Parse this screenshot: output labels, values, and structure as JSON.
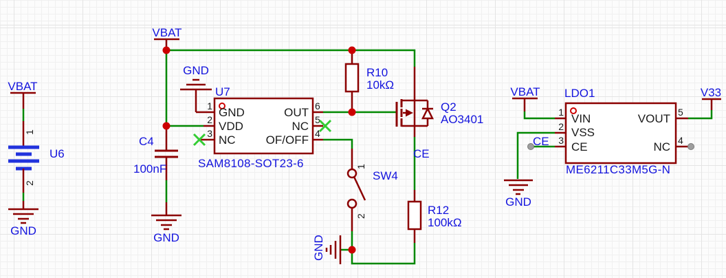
{
  "colors": {
    "wire_green": "#008800",
    "component_dark_red": "#8B0000",
    "junction_red": "#CC0000",
    "label_blue": "#1414DD",
    "battery_blue": "#2233DD",
    "no_connect_green": "#33CC33",
    "pin_text_black": "#1A1A1A",
    "unconnected_pad_gray": "#9E9E9E"
  },
  "flags": {
    "vbat": "VBAT",
    "gnd": "GND",
    "v33": "V33",
    "ce": "CE"
  },
  "battery": {
    "refdes": "U6",
    "pin_top": "1",
    "pin_bottom": "2"
  },
  "u7": {
    "refdes": "U7",
    "part": "SAM8108-SOT23-6",
    "pins_left": [
      {
        "num": "1",
        "name": "GND"
      },
      {
        "num": "2",
        "name": "VDD"
      },
      {
        "num": "3",
        "name": "NC"
      }
    ],
    "pins_right": [
      {
        "num": "6",
        "name": "OUT"
      },
      {
        "num": "5",
        "name": "NC"
      },
      {
        "num": "4",
        "name": "OF/OFF"
      }
    ]
  },
  "c4": {
    "refdes": "C4",
    "value": "100nF"
  },
  "r10": {
    "refdes": "R10",
    "value": "10kΩ"
  },
  "r12": {
    "refdes": "R12",
    "value": "100kΩ"
  },
  "q2": {
    "refdes": "Q2",
    "part": "AO3401"
  },
  "sw4": {
    "refdes": "SW4",
    "pin_top": "1",
    "pin_bottom": "2"
  },
  "ldo1": {
    "refdes": "LDO1",
    "part": "ME6211C33M5G-N",
    "pins_left": [
      {
        "num": "1",
        "name": "VIN"
      },
      {
        "num": "2",
        "name": "VSS"
      },
      {
        "num": "3",
        "name": "CE"
      }
    ],
    "pins_right": [
      {
        "num": "5",
        "name": "VOUT"
      },
      {
        "num": "4",
        "name": "NC"
      }
    ]
  }
}
